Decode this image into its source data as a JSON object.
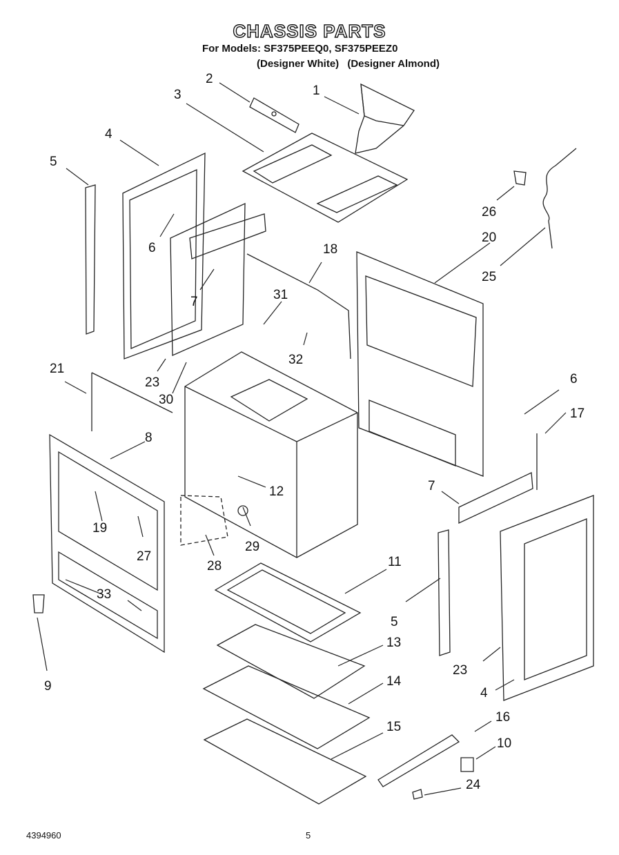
{
  "header": {
    "title": "CHASSIS PARTS",
    "models_line": "For Models: SF375PEEQ0, SF375PEEZ0",
    "variants": [
      "(Designer White)",
      "(Designer Almond)"
    ]
  },
  "callouts": [
    "1",
    "2",
    "3",
    "4",
    "5",
    "6",
    "7",
    "8",
    "9",
    "10",
    "11",
    "12",
    "13",
    "14",
    "15",
    "16",
    "17",
    "18",
    "19",
    "20",
    "21",
    "23",
    "24",
    "25",
    "26",
    "27",
    "28",
    "29",
    "30",
    "31",
    "32",
    "33",
    "33",
    "4",
    "5",
    "6",
    "7",
    "23"
  ],
  "footer": {
    "document_number": "4394960",
    "page_number": "5"
  }
}
